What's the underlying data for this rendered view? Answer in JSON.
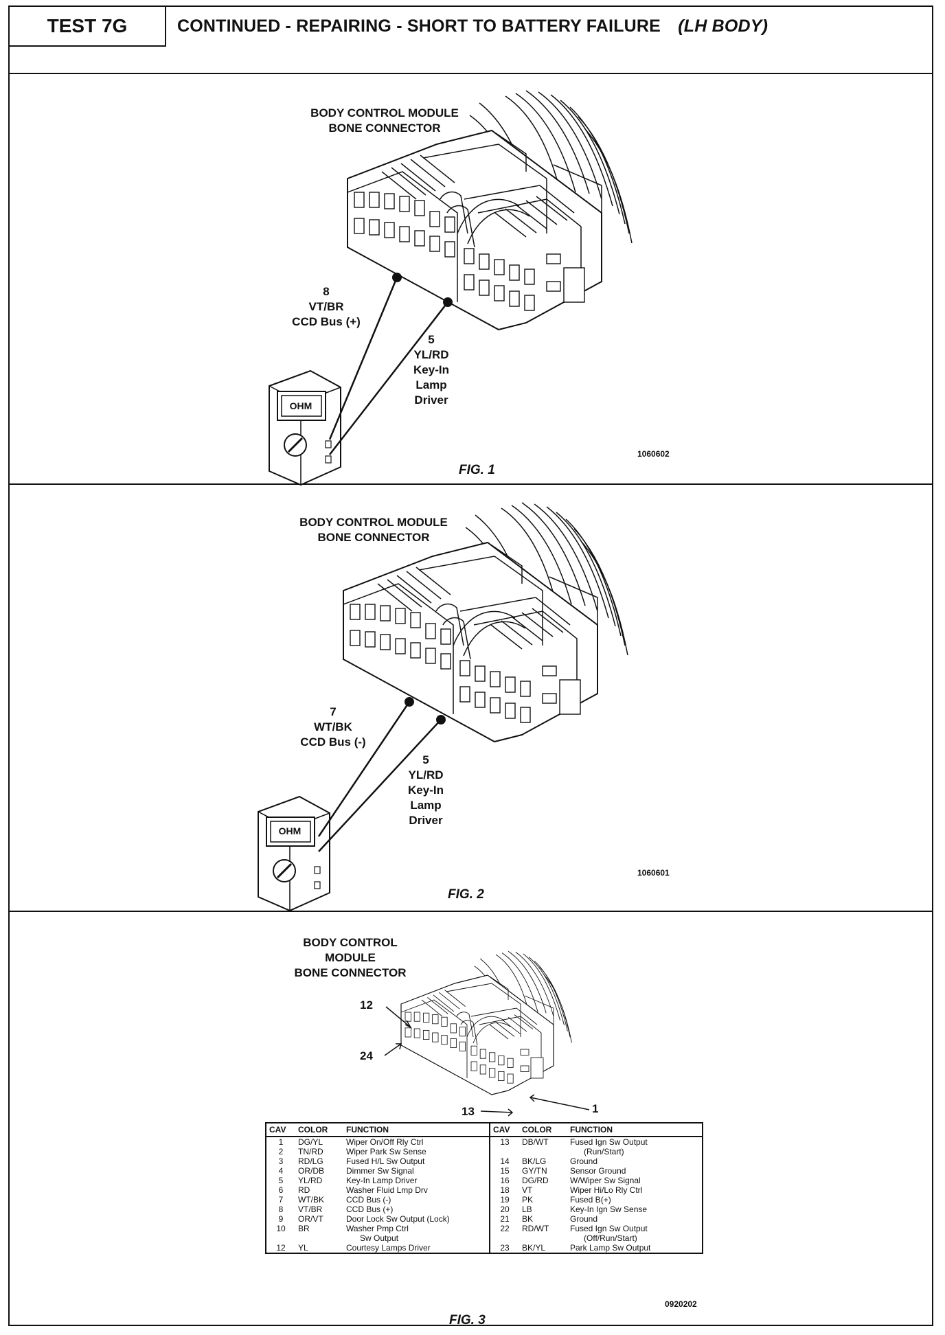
{
  "header": {
    "test_label": "TEST 7G",
    "title": "CONTINUED - REPAIRING - SHORT TO BATTERY FAILURE",
    "title_suffix": "(LH BODY)"
  },
  "figure1": {
    "connector_title_line1": "BODY CONTROL MODULE",
    "connector_title_line2": "BONE CONNECTOR",
    "pin_a": {
      "cav": "8",
      "color": "VT/BR",
      "function": "CCD Bus (+)"
    },
    "pin_b": {
      "cav": "5",
      "color": "YL/RD",
      "function_line1": "Key-In",
      "function_line2": "Lamp",
      "function_line3": "Driver"
    },
    "meter_display": "OHM",
    "image_number": "1060602",
    "caption": "FIG. 1"
  },
  "figure2": {
    "connector_title_line1": "BODY CONTROL MODULE",
    "connector_title_line2": "BONE CONNECTOR",
    "pin_a": {
      "cav": "7",
      "color": "WT/BK",
      "function": "CCD Bus (-)"
    },
    "pin_b": {
      "cav": "5",
      "color": "YL/RD",
      "function_line1": "Key-In",
      "function_line2": "Lamp",
      "function_line3": "Driver"
    },
    "meter_display": "OHM",
    "image_number": "1060601",
    "caption": "FIG. 2"
  },
  "figure3": {
    "connector_title_line1": "BODY CONTROL",
    "connector_title_line2": "MODULE",
    "connector_title_line3": "BONE CONNECTOR",
    "pin_labels": {
      "p12": "12",
      "p24": "24",
      "p13": "13",
      "p1": "1"
    },
    "table_headers": {
      "cav": "CAV",
      "color": "COLOR",
      "function": "FUNCTION"
    },
    "left_rows": [
      {
        "cav": "1",
        "color": "DG/YL",
        "function": "Wiper On/Off Rly Ctrl"
      },
      {
        "cav": "2",
        "color": "TN/RD",
        "function": "Wiper Park Sw Sense"
      },
      {
        "cav": "3",
        "color": "RD/LG",
        "function": "Fused H/L Sw Output"
      },
      {
        "cav": "4",
        "color": "OR/DB",
        "function": "Dimmer Sw Signal"
      },
      {
        "cav": "5",
        "color": "YL/RD",
        "function": "Key-In Lamp Driver"
      },
      {
        "cav": "6",
        "color": "RD",
        "function": "Washer Fluid Lmp Drv"
      },
      {
        "cav": "7",
        "color": "WT/BK",
        "function": "CCD Bus (-)"
      },
      {
        "cav": "8",
        "color": "VT/BR",
        "function": "CCD Bus (+)"
      },
      {
        "cav": "9",
        "color": "OR/VT",
        "function": "Door Lock Sw Output (Lock)"
      },
      {
        "cav": "10",
        "color": "BR",
        "function": "Washer Pmp Ctrl",
        "function2": "Sw Output"
      },
      {
        "cav": "12",
        "color": "YL",
        "function": "Courtesy Lamps Driver"
      }
    ],
    "right_rows": [
      {
        "cav": "13",
        "color": "DB/WT",
        "function": "Fused Ign Sw Output",
        "function2": "(Run/Start)"
      },
      {
        "cav": "14",
        "color": "BK/LG",
        "function": "Ground"
      },
      {
        "cav": "15",
        "color": "GY/TN",
        "function": "Sensor Ground"
      },
      {
        "cav": "16",
        "color": "DG/RD",
        "function": "W/Wiper Sw Signal"
      },
      {
        "cav": "18",
        "color": "VT",
        "function": "Wiper Hi/Lo Rly Ctrl"
      },
      {
        "cav": "19",
        "color": "PK",
        "function": "Fused B(+)"
      },
      {
        "cav": "20",
        "color": "LB",
        "function": "Key-In Ign Sw Sense"
      },
      {
        "cav": "21",
        "color": "BK",
        "function": "Ground"
      },
      {
        "cav": "22",
        "color": "RD/WT",
        "function": "Fused Ign Sw Output",
        "function2": "(Off/Run/Start)"
      },
      {
        "cav": "23",
        "color": "BK/YL",
        "function": "Park Lamp Sw Output"
      }
    ],
    "image_number": "0920202",
    "caption": "FIG. 3"
  }
}
